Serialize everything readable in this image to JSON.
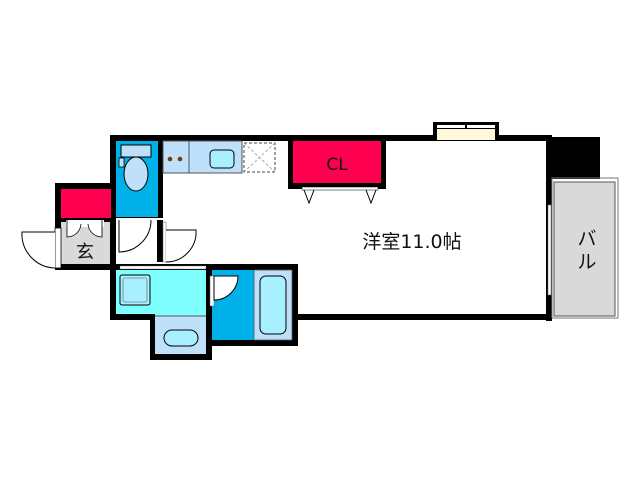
{
  "floorplan": {
    "rooms": {
      "main": {
        "label": "洋室11.0帖",
        "type": "western-room",
        "size_jo": 11.0
      },
      "closet": {
        "label": "CL"
      },
      "entrance": {
        "label": "玄"
      },
      "balcony": {
        "label_line1": "バ",
        "label_line2": "ル"
      }
    },
    "colors": {
      "wall": "#000000",
      "closet": "#ff0050",
      "toilet": "#00b0e8",
      "kitchen": "#bfe0fa",
      "washroom": "#80ffff",
      "bath": "#00b0e8",
      "entrance": "#d9d9d9",
      "balcony": "#d9d9d9",
      "window": "#fff8dc"
    }
  }
}
